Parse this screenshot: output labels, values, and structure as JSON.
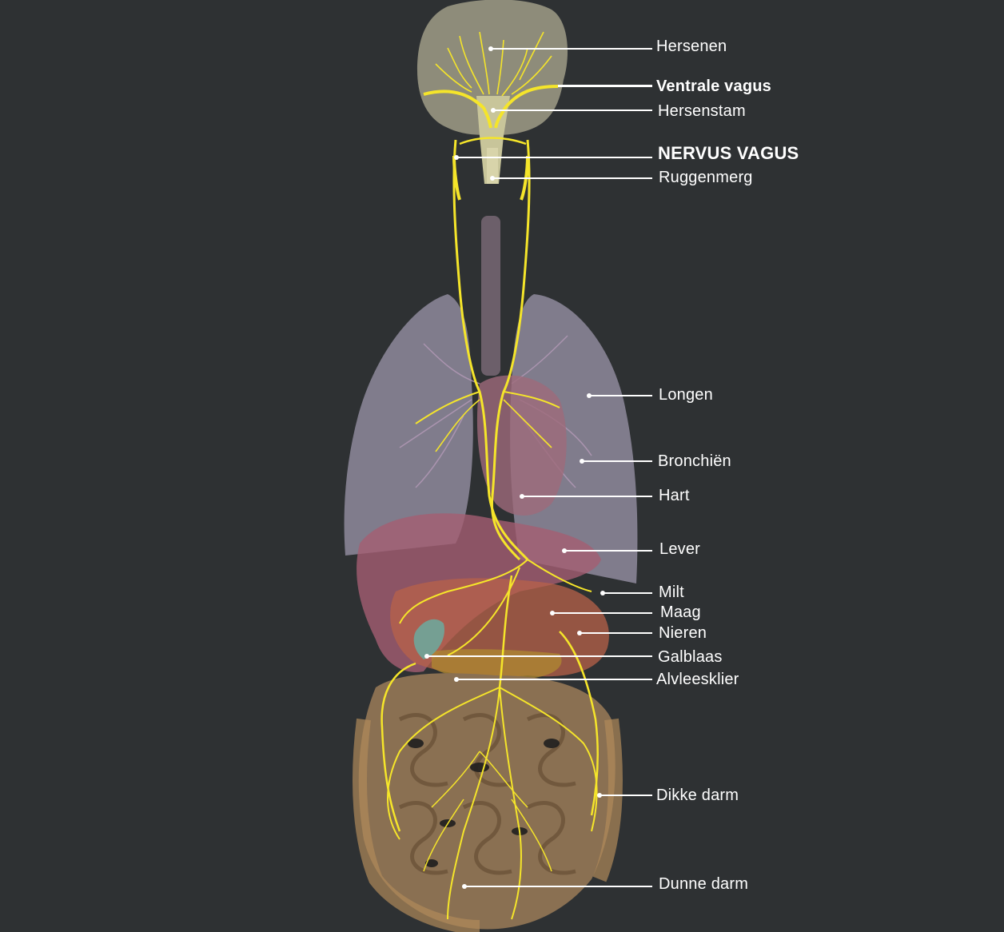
{
  "colors": {
    "background": "#2e3133",
    "nerve": "#f5e52a",
    "brain": "#8e8c7a",
    "lungs": "#8e8a9c",
    "liver": "#a45e72",
    "intestine": "#8a7052",
    "label": "#ffffff"
  },
  "labels": [
    {
      "key": "hersenen",
      "text": "Hersenen"
    },
    {
      "key": "ventrale_vagus",
      "text": "Ventrale vagus"
    },
    {
      "key": "hersenstam",
      "text": "Hersenstam"
    },
    {
      "key": "nervus_vagus",
      "text": "NERVUS VAGUS"
    },
    {
      "key": "ruggenmerg",
      "text": "Ruggenmerg"
    },
    {
      "key": "longen",
      "text": "Longen"
    },
    {
      "key": "bronchien",
      "text": "Bronchiën"
    },
    {
      "key": "hart",
      "text": "Hart"
    },
    {
      "key": "lever",
      "text": "Lever"
    },
    {
      "key": "milt",
      "text": "Milt"
    },
    {
      "key": "maag",
      "text": "Maag"
    },
    {
      "key": "nieren",
      "text": "Nieren"
    },
    {
      "key": "galblaas",
      "text": "Galblaas"
    },
    {
      "key": "alvleesklier",
      "text": "Alvleesklier"
    },
    {
      "key": "dikke_darm",
      "text": "Dikke darm"
    },
    {
      "key": "dunne_darm",
      "text": "Dunne darm"
    }
  ]
}
